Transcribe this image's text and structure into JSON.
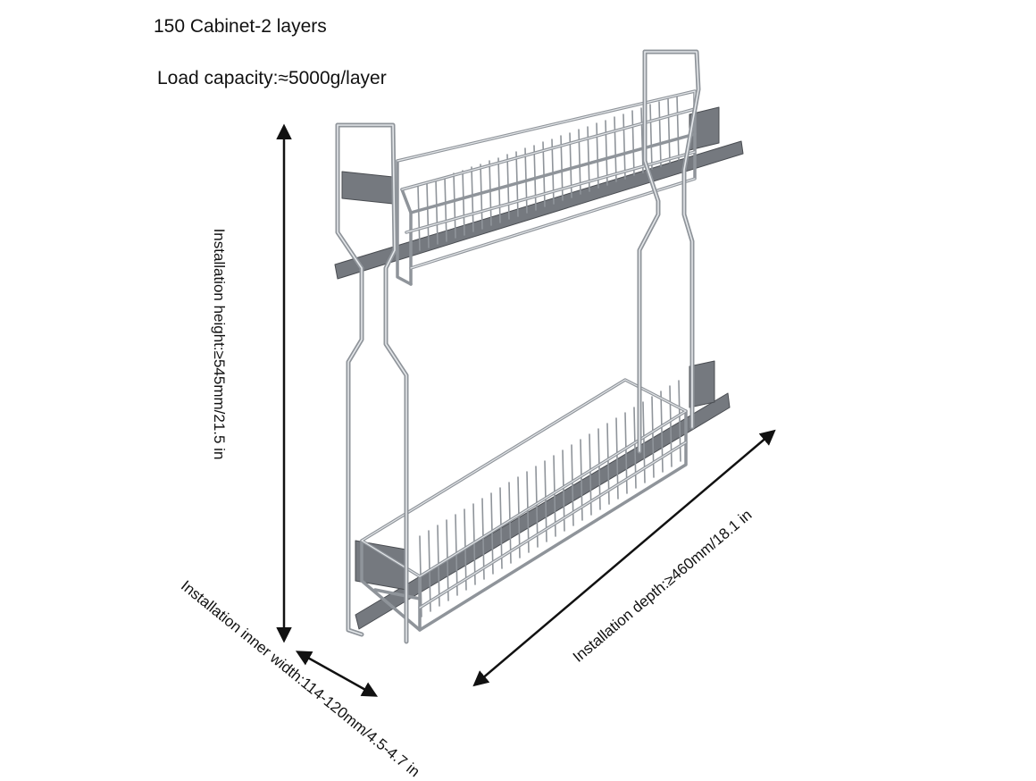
{
  "title": "150 Cabinet-2 layers",
  "load_capacity": "Load capacity:≈5000g/layer",
  "dimensions": {
    "height": "Installation height:≥545mm/21.5 in",
    "inner_width": "Installation inner width:114-120mm/4.5-4.7 in",
    "depth": "Installation depth:≥460mm/18.1 in"
  },
  "colors": {
    "text": "#111111",
    "chrome": "#8f949a",
    "chrome_highlight": "#e4e7ea",
    "rail": "#5e6166"
  }
}
